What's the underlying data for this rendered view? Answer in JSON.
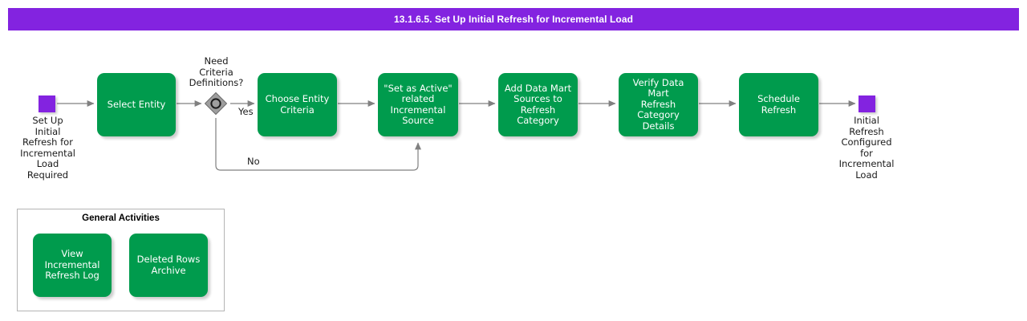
{
  "header": {
    "title": "13.1.6.5. Set Up Initial Refresh for Incremental Load",
    "background_color": "#8323e0",
    "text_color": "#ffffff"
  },
  "theme": {
    "task_fill": "#009b4d",
    "task_text": "#ffffff",
    "event_fill": "#8323e0",
    "gateway_fill": "#9e9e9e",
    "connector_color": "#808080",
    "panel_border": "#b4b4b4",
    "page_background": "#ffffff"
  },
  "diagram": {
    "type": "bpmn-process-flow",
    "start_event": {
      "name": "start-event",
      "label": "Set Up\nInitial\nRefresh for\nIncremental\nLoad\nRequired"
    },
    "end_event": {
      "name": "end-event",
      "label": "Initial\nRefresh\nConfigured\nfor\nIncremental\nLoad"
    },
    "gateway": {
      "name": "need-criteria-definitions-gateway",
      "label": "Need\nCriteria\nDefinitions?",
      "kind": "inclusive"
    },
    "tasks": [
      {
        "id": "select-entity",
        "label": "Select Entity"
      },
      {
        "id": "choose-entity-criteria",
        "label": "Choose Entity\nCriteria"
      },
      {
        "id": "set-as-active-related-incremental-source",
        "label": "\"Set as Active\"\nrelated\nIncremental\nSource"
      },
      {
        "id": "add-data-mart-sources-to-refresh-category",
        "label": "Add Data Mart\nSources to\nRefresh\nCategory"
      },
      {
        "id": "verify-data-mart-refresh-category-details",
        "label": "Verify Data Mart\nRefresh\nCategory Details"
      },
      {
        "id": "schedule-refresh",
        "label": "Schedule\nRefresh"
      }
    ],
    "edge_labels": {
      "yes": "Yes",
      "no": "No"
    }
  },
  "general_activities": {
    "title": "General Activities",
    "items": [
      {
        "id": "view-incremental-refresh-log",
        "label": "View\nIncremental\nRefresh Log"
      },
      {
        "id": "deleted-rows-archive",
        "label": "Deleted Rows\nArchive"
      }
    ]
  }
}
